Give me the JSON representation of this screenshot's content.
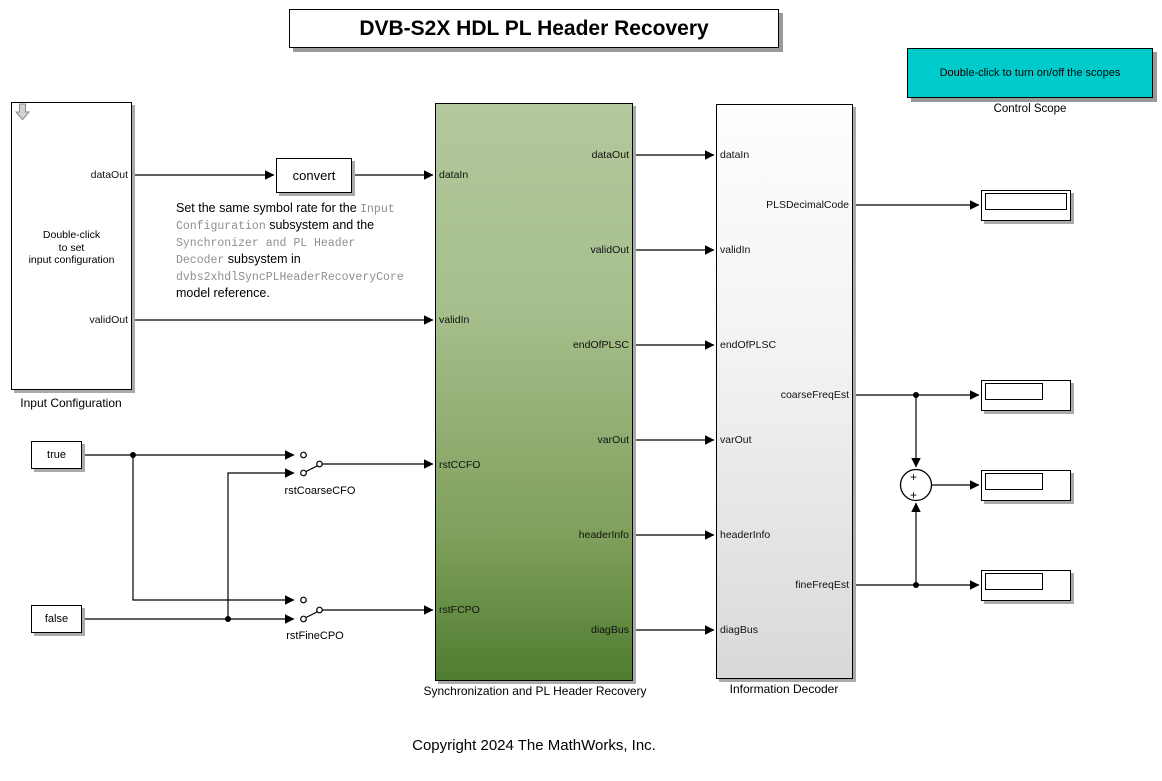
{
  "title": {
    "text": "DVB-S2X HDL PL Header Recovery"
  },
  "control_scope": {
    "button_text": "Double-click to turn on/off the scopes",
    "label": "Control Scope",
    "color": "#00cbcb"
  },
  "input_config": {
    "body": "Double-click\nto set\ninput configuration",
    "label": "Input Configuration",
    "outputs": [
      "dataOut",
      "validOut"
    ]
  },
  "convert_block": {
    "label": "convert"
  },
  "annotation": {
    "lines": [
      [
        {
          "t": "Set the same symbol rate for the ",
          "s": "plain"
        },
        {
          "t": "Input",
          "s": "code"
        }
      ],
      [
        {
          "t": "Configuration",
          "s": "code"
        },
        {
          "t": " subsystem and the",
          "s": "plain"
        }
      ],
      [
        {
          "t": "Synchronizer and PL Header",
          "s": "code"
        }
      ],
      [
        {
          "t": "Decoder",
          "s": "code"
        },
        {
          "t": " subsystem in",
          "s": "plain"
        }
      ],
      [
        {
          "t": "dvbs2xhdlSyncPLHeaderRecoveryCore",
          "s": "code"
        }
      ],
      [
        {
          "t": "model reference.",
          "s": "plain"
        }
      ]
    ],
    "code_color": "#8f8f8f"
  },
  "sync_block": {
    "label": "Synchronization and PL Header Recovery",
    "inputs": [
      "dataIn",
      "validIn",
      "rstCCFO",
      "rstFCPO"
    ],
    "outputs": [
      "dataOut",
      "validOut",
      "endOfPLSC",
      "varOut",
      "headerInfo",
      "diagBus"
    ],
    "gradient_top": "#b3c89c",
    "gradient_bottom": "#4f7d2f"
  },
  "info_decoder": {
    "label": "Information Decoder",
    "inputs": [
      "dataIn",
      "validIn",
      "endOfPLSC",
      "varOut",
      "headerInfo",
      "diagBus"
    ],
    "outputs": [
      "PLSDecimalCode",
      "coarseFreqEst",
      "fineFreqEst"
    ],
    "gradient_top": "#fefefe",
    "gradient_bottom": "#d9d9d9"
  },
  "constants": {
    "true_label": "true",
    "false_label": "false"
  },
  "switches": {
    "coarse_label": "rstCoarseCFO",
    "fine_label": "rstFineCPO"
  },
  "sum_block": {
    "top_sign": "+",
    "bottom_sign": "+"
  },
  "copyright": "Copyright 2024 The MathWorks, Inc."
}
